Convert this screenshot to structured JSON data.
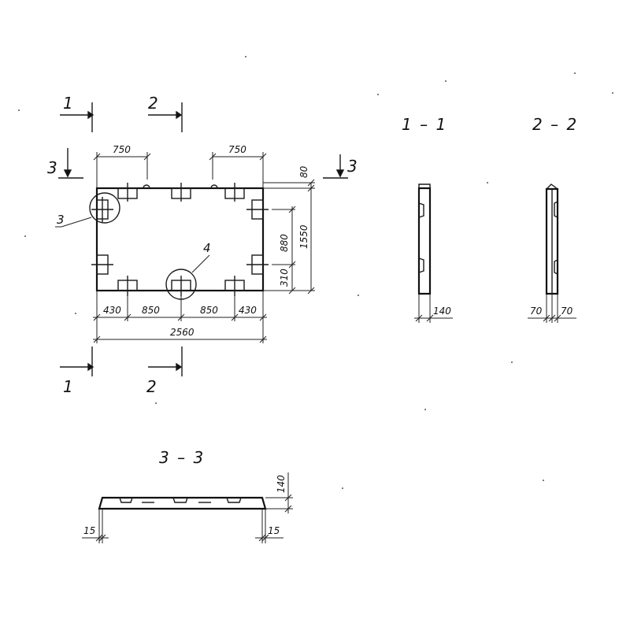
{
  "plan": {
    "section_marks": {
      "one_top": "1",
      "two_top": "2",
      "three_left": "3",
      "three_right": "3",
      "one_bottom": "1",
      "two_bottom": "2"
    },
    "callouts": {
      "detail_3": "3",
      "detail_4": "4"
    },
    "dims": {
      "top_left": "750",
      "top_right": "750",
      "right_80": "80",
      "right_880": "880",
      "right_310": "310",
      "right_1550": "1550",
      "bottom_430_left": "430",
      "bottom_850_left": "850",
      "bottom_850_right": "850",
      "bottom_430_right": "430",
      "overall": "2560"
    }
  },
  "section_1_1": {
    "title": "1 – 1",
    "dim": "140"
  },
  "section_2_2": {
    "title": "2 – 2",
    "dim_left": "70",
    "dim_right": "70"
  },
  "section_3_3": {
    "title": "3 – 3",
    "dim_height": "140",
    "dim_left": "15",
    "dim_right": "15"
  }
}
